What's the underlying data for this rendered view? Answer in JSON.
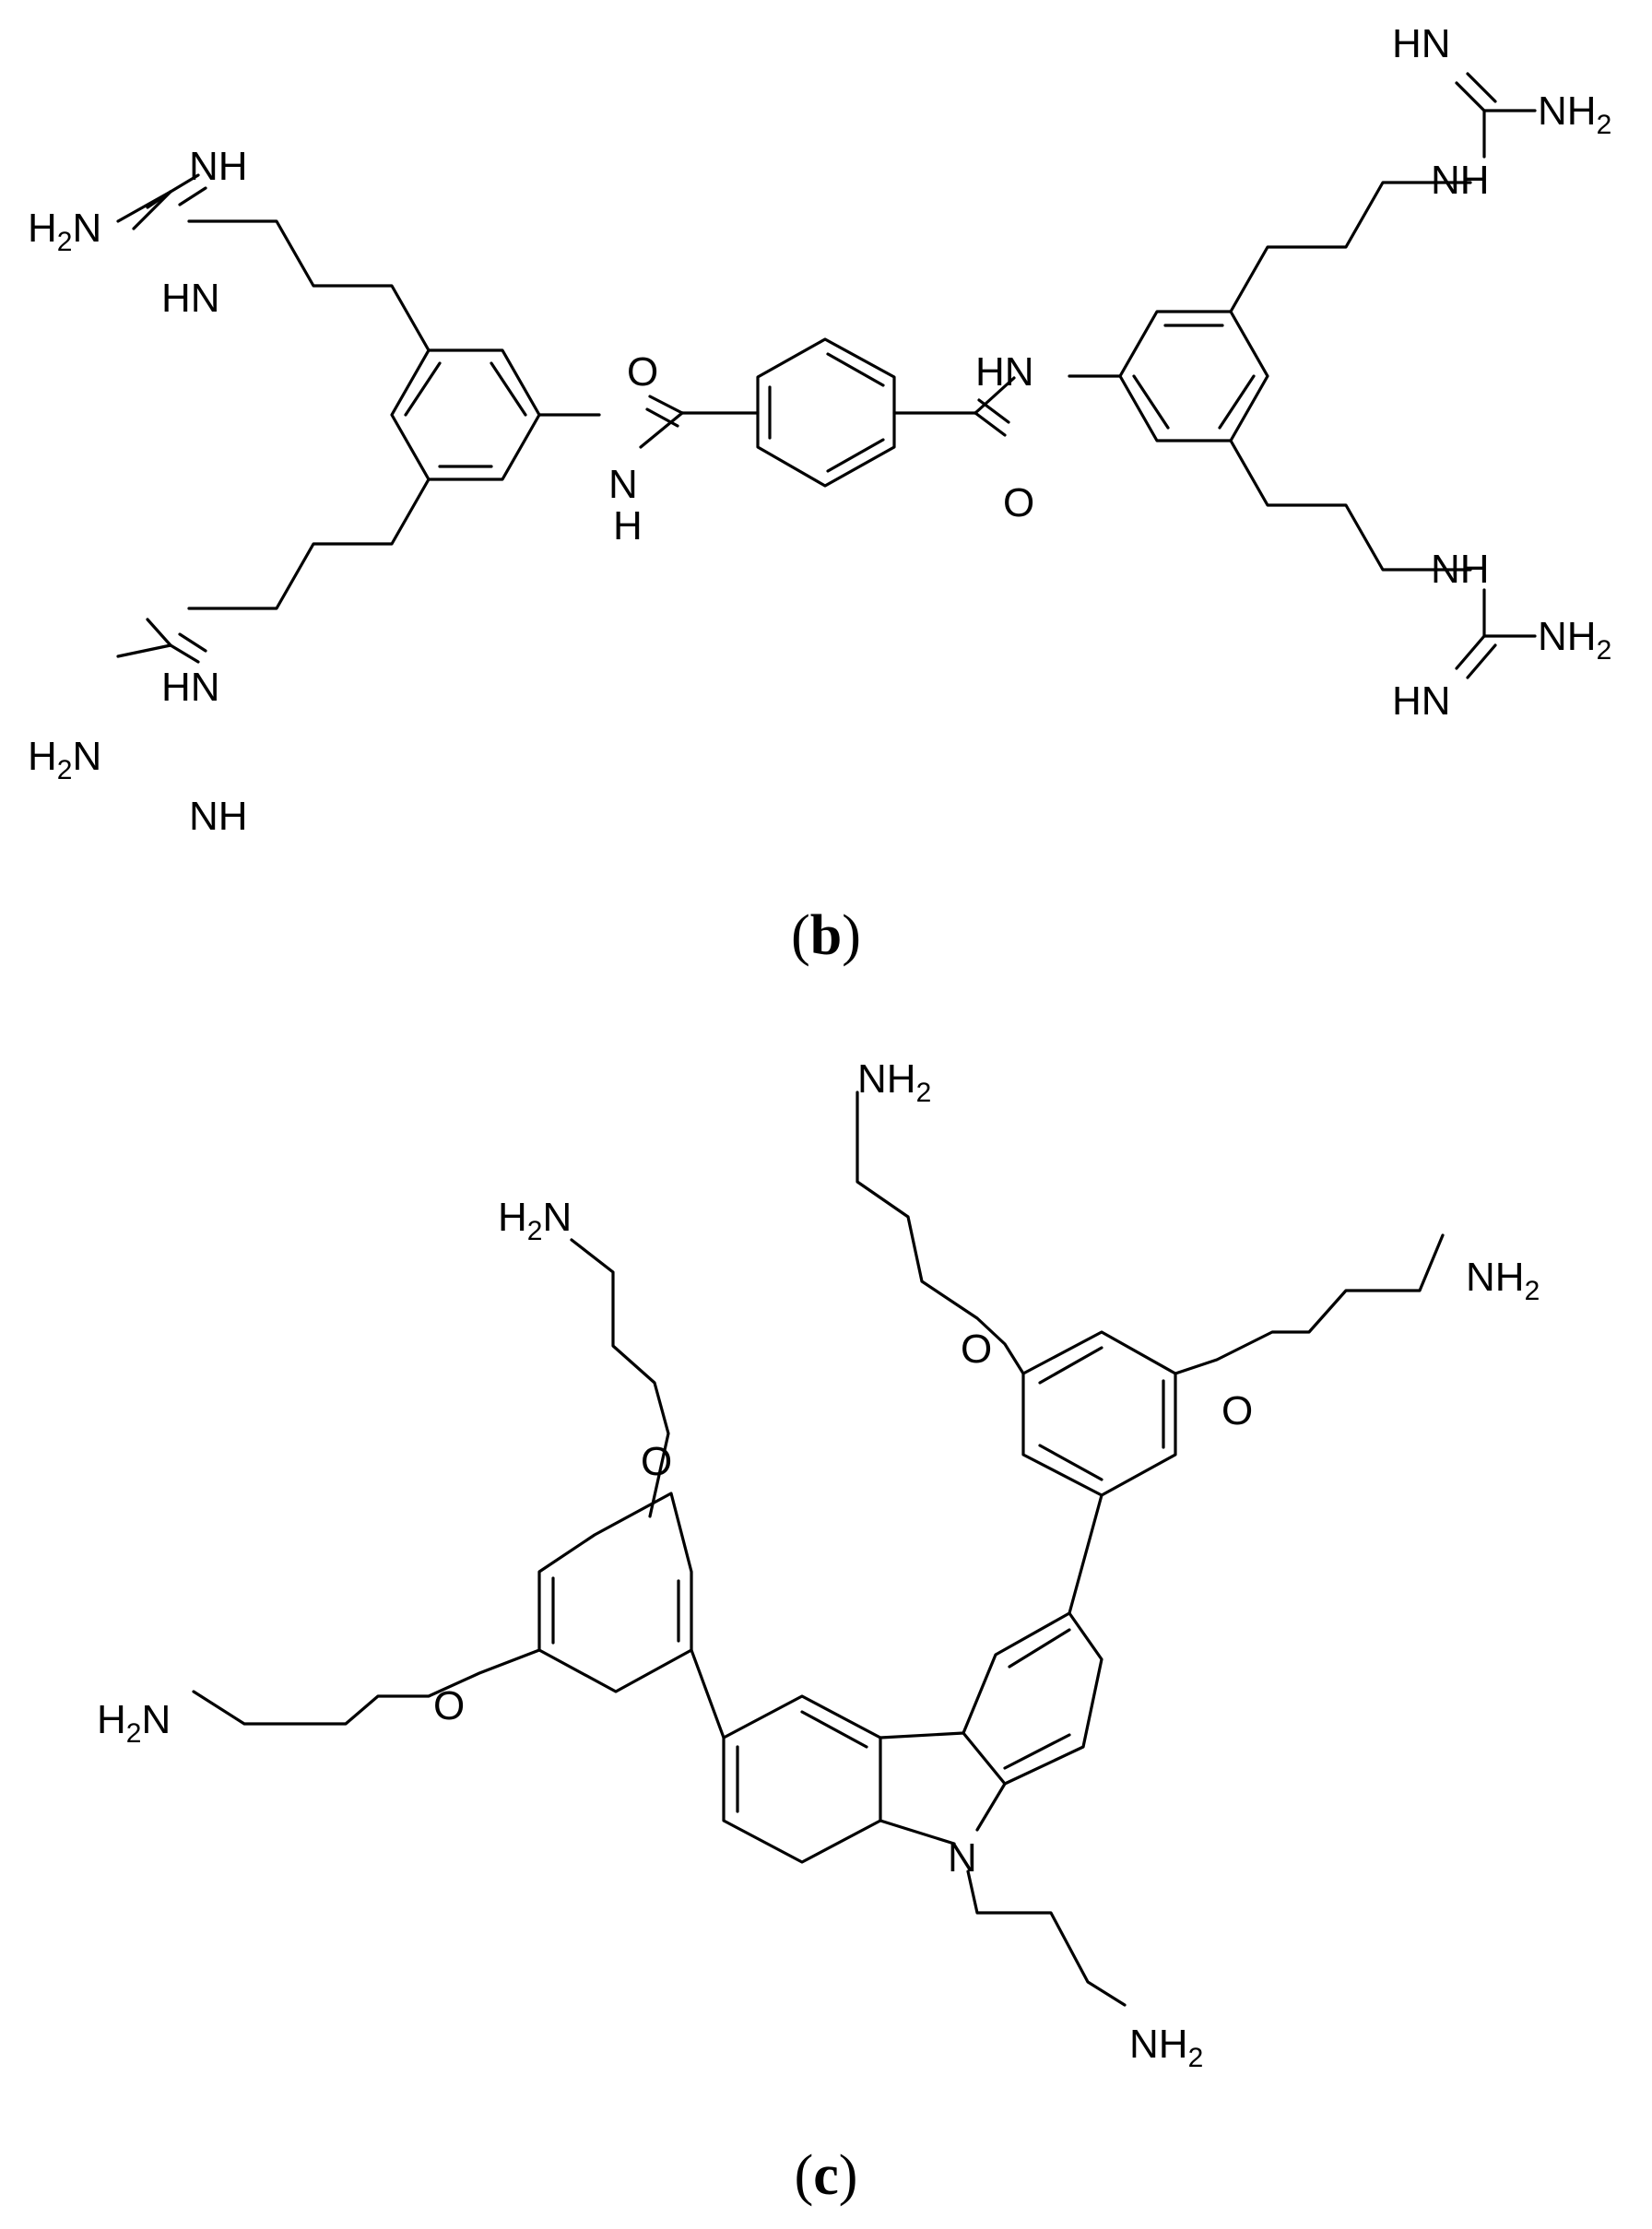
{
  "figure": {
    "panel_b": {
      "label_open": "(",
      "label_letter": "b",
      "label_close": ")",
      "atoms": {
        "guan_tl_imine": "NH",
        "guan_tl_amine": "H2N",
        "guan_tl_link": "HN",
        "guan_bl_link": "HN",
        "guan_bl_amine": "H2N",
        "guan_bl_imine": "NH",
        "amide_left_o": "O",
        "amide_left_n": "N",
        "amide_left_h": "H",
        "amide_right_nh": "HN",
        "amide_right_o": "O",
        "guan_tr_imine": "HN",
        "guan_tr_amine": "NH2",
        "guan_tr_link": "NH",
        "guan_br_link": "NH",
        "guan_br_amine": "NH2",
        "guan_br_imine": "HN"
      }
    },
    "panel_c": {
      "label_open": "(",
      "label_letter": "c",
      "label_close": ")",
      "atoms": {
        "top_amine_right": "NH2",
        "top_amine_left": "H2N",
        "amine_far_right": "NH2",
        "o_upper_left_ring": "O",
        "o_upper_right_ring_a": "O",
        "o_upper_right_ring_b": "O",
        "o_left_ring_side": "O",
        "amine_far_left": "H2N",
        "carbazole_n": "N",
        "amine_bottom": "NH2"
      }
    }
  }
}
